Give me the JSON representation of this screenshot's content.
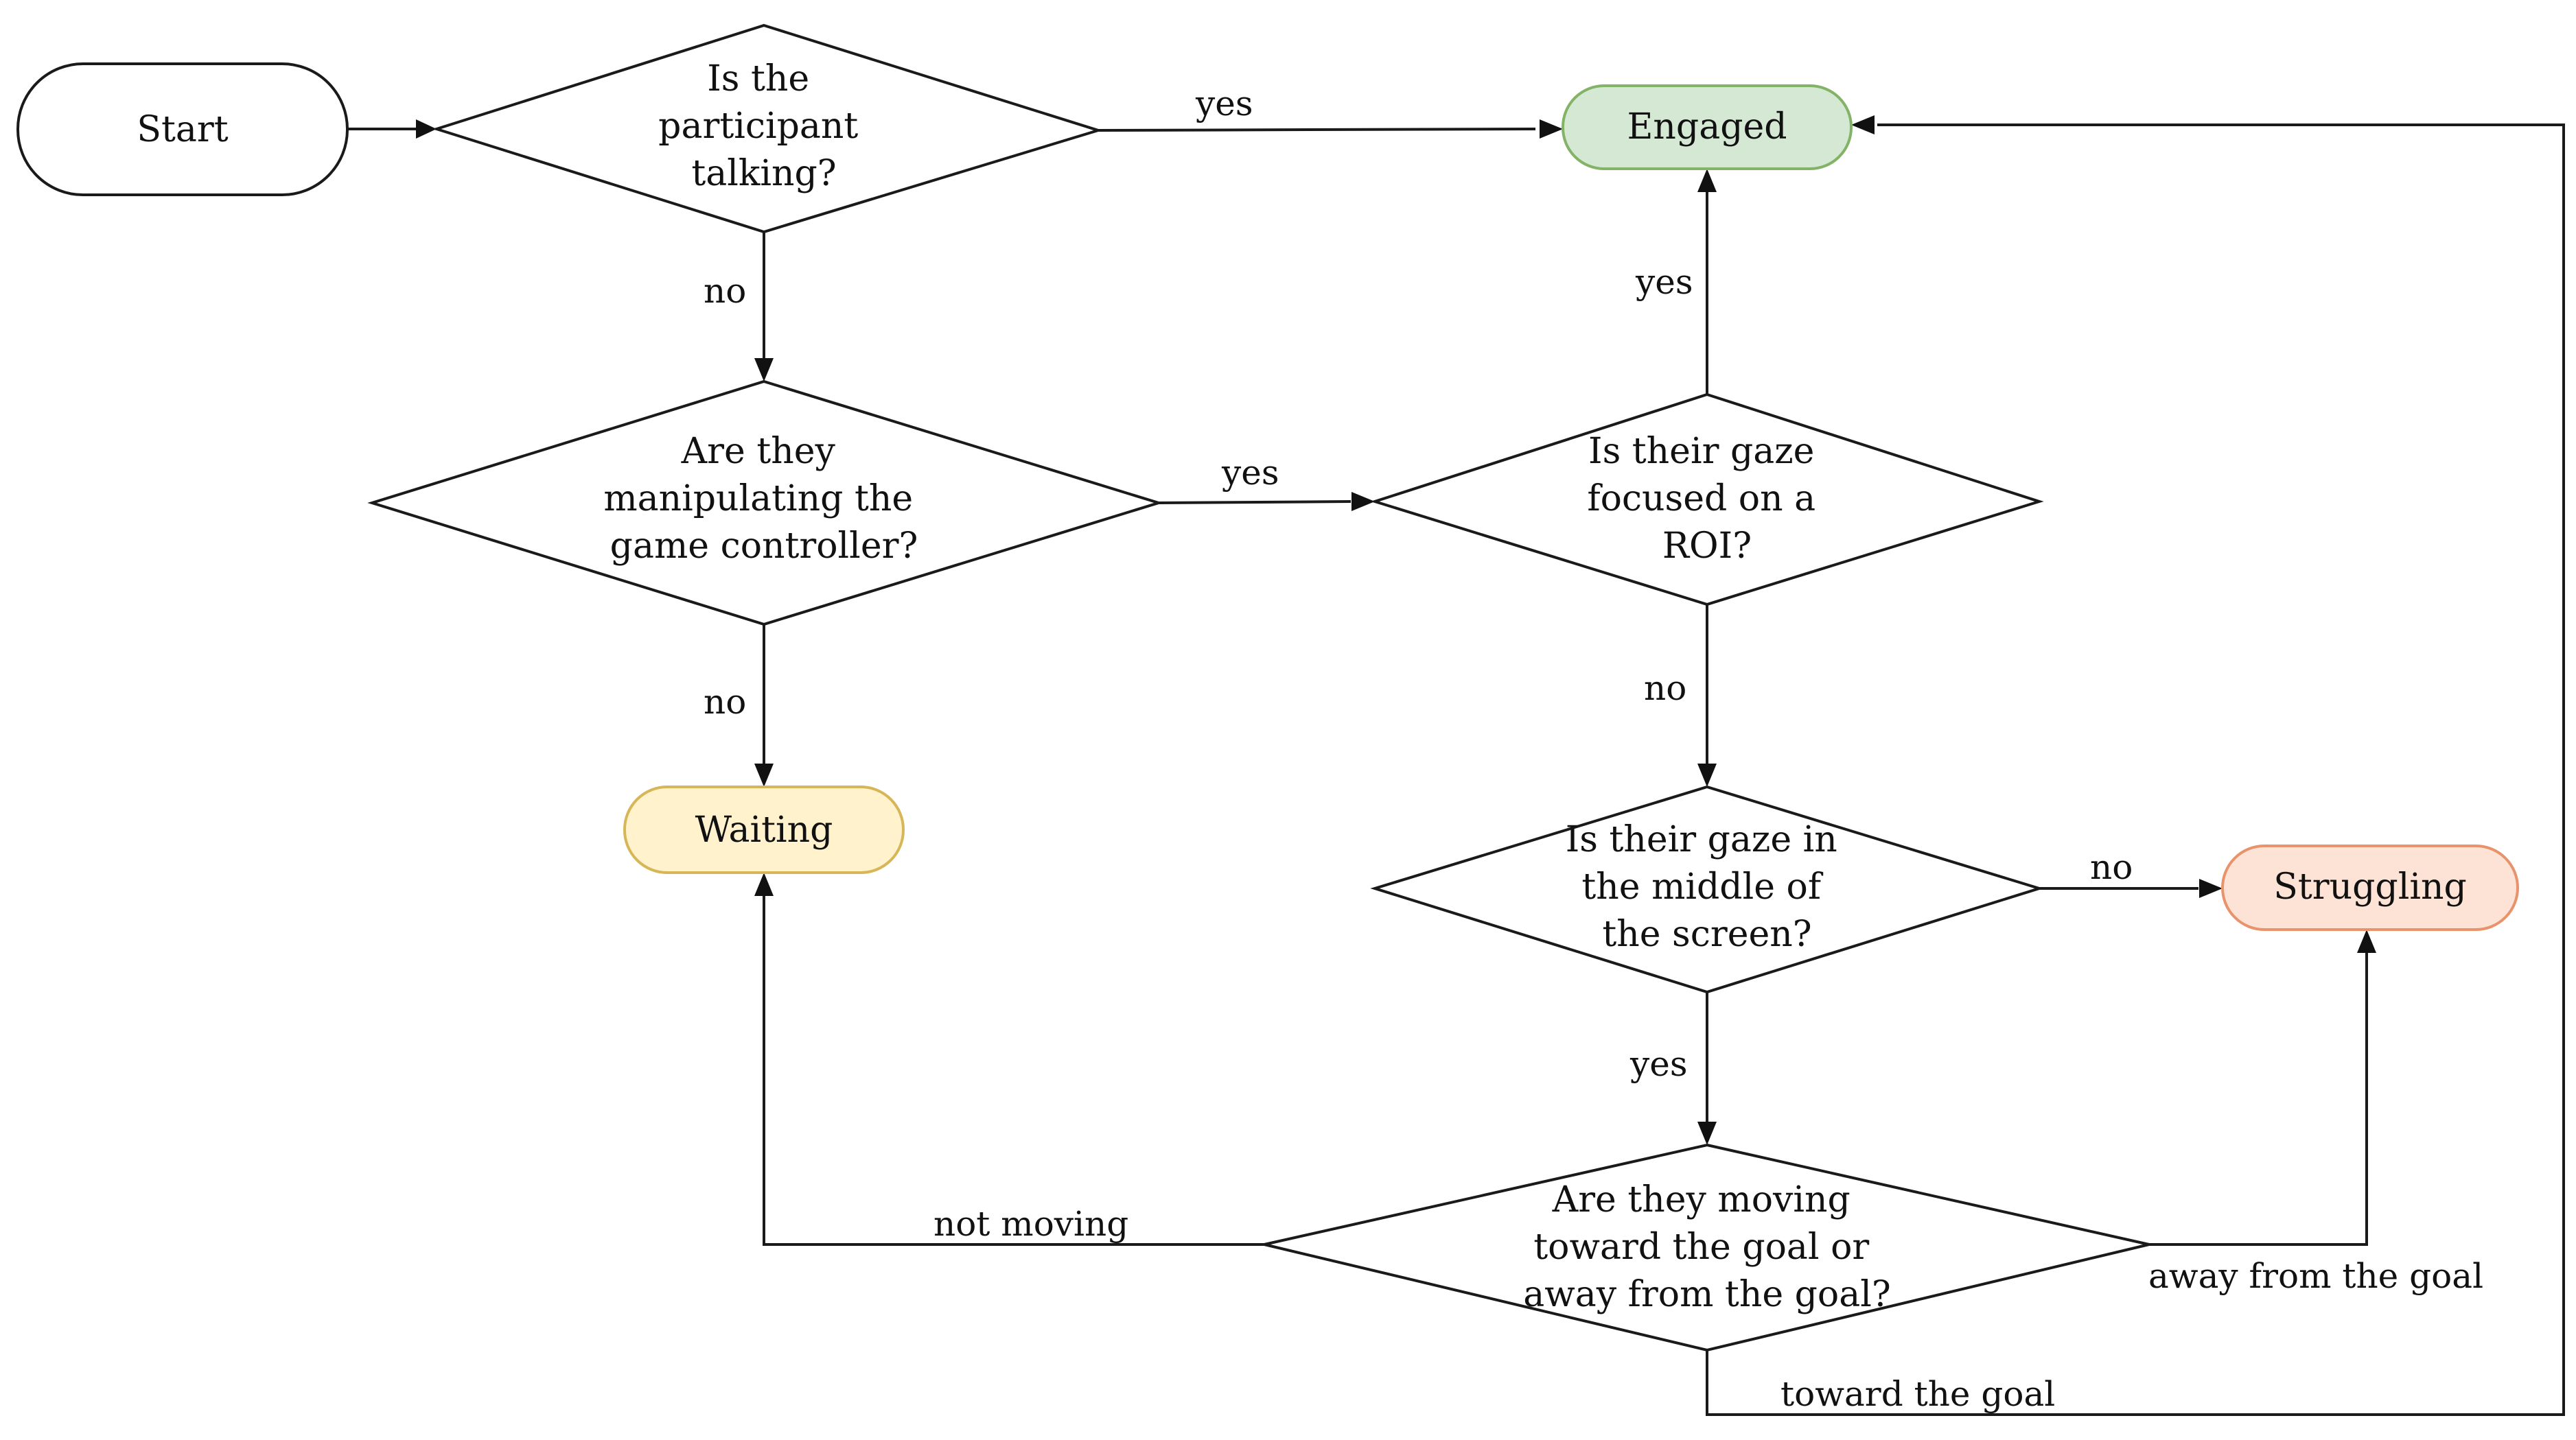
{
  "colors": {
    "line": "#1a1a1a",
    "engaged_fill": "#d5e8d4",
    "engaged_stroke": "#82b366",
    "waiting_fill": "#fff2cc",
    "waiting_stroke": "#d6b656",
    "struggling_fill": "#fde3d6",
    "struggling_stroke": "#e8936b"
  },
  "nodes": {
    "start": {
      "shape": "terminal",
      "lines": [
        "Start"
      ]
    },
    "q_talking": {
      "shape": "decision",
      "lines": [
        "Is the",
        "participant",
        "talking?"
      ]
    },
    "q_controller": {
      "shape": "decision",
      "lines": [
        "Are they",
        "manipulating the",
        "game controller?"
      ]
    },
    "q_roi": {
      "shape": "decision",
      "lines": [
        "Is their gaze",
        "focused on a",
        "ROI?"
      ]
    },
    "q_middle": {
      "shape": "decision",
      "lines": [
        "Is their gaze in",
        "the middle of",
        "the screen?"
      ]
    },
    "q_moving": {
      "shape": "decision",
      "lines": [
        "Are they moving",
        "toward the goal or",
        "away from the goal?"
      ]
    },
    "engaged": {
      "shape": "terminal",
      "lines": [
        "Engaged"
      ]
    },
    "waiting": {
      "shape": "terminal",
      "lines": [
        "Waiting"
      ]
    },
    "struggling": {
      "shape": "terminal",
      "lines": [
        "Struggling"
      ]
    }
  },
  "edges": {
    "talking_yes": "yes",
    "talking_no": "no",
    "controller_yes": "yes",
    "controller_no": "no",
    "roi_yes": "yes",
    "roi_no": "no",
    "middle_no": "no",
    "middle_yes": "yes",
    "moving_not": "not moving",
    "moving_away": "away from the goal",
    "moving_toward": "toward the goal"
  }
}
